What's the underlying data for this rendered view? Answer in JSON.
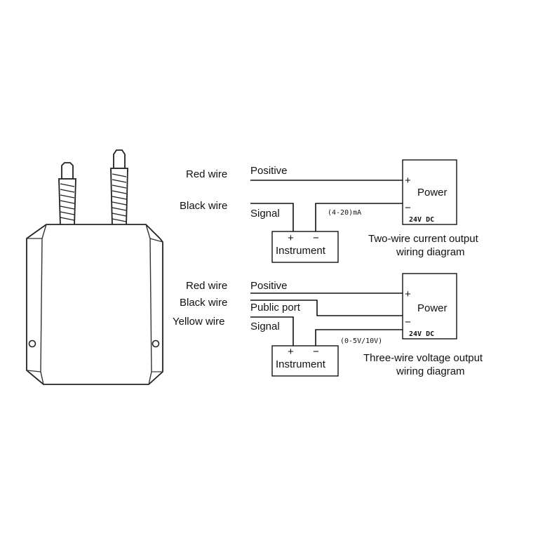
{
  "device": {
    "name": "pressure-transmitter"
  },
  "two_wire": {
    "labels_left": [
      "Red wire",
      "Black wire"
    ],
    "conn_positive": "Positive",
    "conn_signal": "Signal",
    "power_title": "Power",
    "power_plus": "+",
    "power_minus": "−",
    "power_rating": "24V DC",
    "instrument_title": "Instrument",
    "instrument_plus": "+",
    "instrument_minus": "−",
    "range": "(4-20)mA",
    "caption_line1": "Two-wire current output",
    "caption_line2": "wiring diagram"
  },
  "three_wire": {
    "labels_left": [
      "Red wire",
      "Black wire",
      "Yellow wire"
    ],
    "conn_positive": "Positive",
    "conn_public": "Public port",
    "conn_signal": "Signal",
    "power_title": "Power",
    "power_plus": "+",
    "power_minus": "−",
    "power_rating": "24V DC",
    "instrument_title": "Instrument",
    "instrument_plus": "+",
    "instrument_minus": "−",
    "range": "(0-5V/10V)",
    "caption_line1": "Three-wire voltage output",
    "caption_line2": "wiring diagram"
  }
}
